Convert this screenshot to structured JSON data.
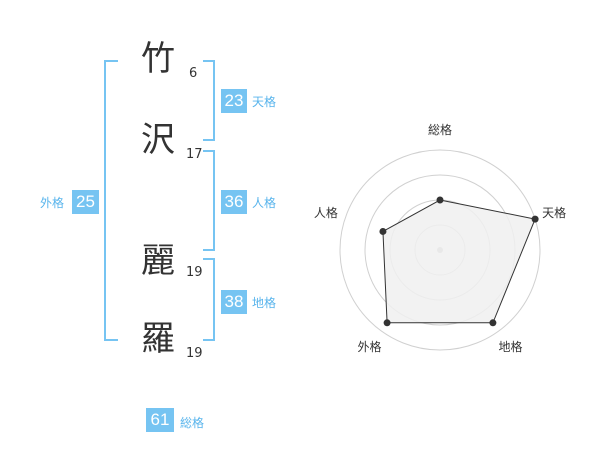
{
  "name": {
    "chars": [
      {
        "char": "竹",
        "strokes": "6"
      },
      {
        "char": "沢",
        "strokes": "17"
      },
      {
        "char": "麗",
        "strokes": "19"
      },
      {
        "char": "羅",
        "strokes": "19"
      }
    ]
  },
  "kaku": {
    "ten": {
      "value": "23",
      "label": "天格"
    },
    "jin": {
      "value": "36",
      "label": "人格"
    },
    "chi": {
      "value": "38",
      "label": "地格"
    },
    "gai": {
      "value": "25",
      "label": "外格"
    },
    "so": {
      "value": "61",
      "label": "総格"
    }
  },
  "chart_data": {
    "type": "radar",
    "axes": [
      "総格",
      "天格",
      "地格",
      "外格",
      "人格"
    ],
    "values": [
      0.5,
      1.0,
      0.9,
      0.9,
      0.6
    ],
    "rings": 4,
    "colors": {
      "fill": "#f0f0f0",
      "line": "#333333",
      "grid": "#d0d0d0"
    }
  }
}
